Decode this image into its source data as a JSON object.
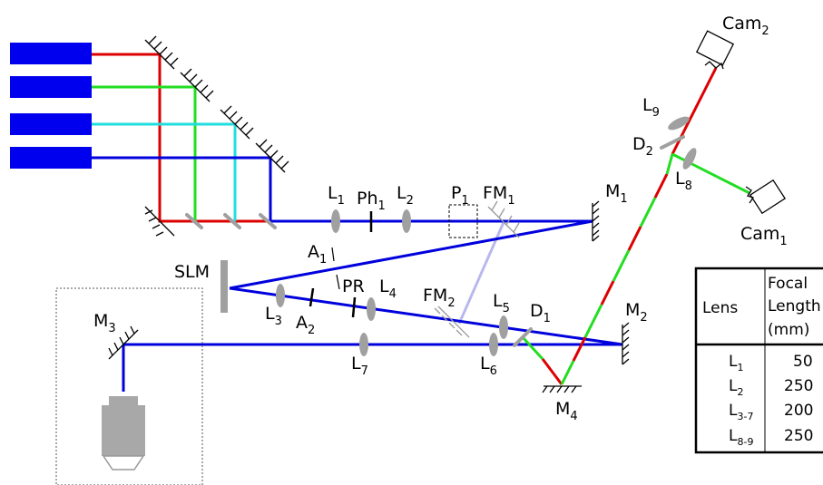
{
  "labels": {
    "cam2": "Cam",
    "cam2_sub": "2",
    "cam1": "Cam",
    "cam1_sub": "1",
    "l9": "L",
    "l9_sub": "9",
    "d2": "D",
    "d2_sub": "2",
    "l8": "L",
    "l8_sub": "8",
    "l1": "L",
    "l1_sub": "1",
    "ph1": "Ph",
    "ph1_sub": "1",
    "l2": "L",
    "l2_sub": "2",
    "p1": "P",
    "p1_sub": "1",
    "fm1": "FM",
    "fm1_sub": "1",
    "m1": "M",
    "m1_sub": "1",
    "a1": "A",
    "a1_sub": "1",
    "slm": "SLM",
    "pr": "PR",
    "l4": "L",
    "l4_sub": "4",
    "l3": "L",
    "l3_sub": "3",
    "a2": "A",
    "a2_sub": "2",
    "fm2": "FM",
    "fm2_sub": "2",
    "l5": "L",
    "l5_sub": "5",
    "d1": "D",
    "d1_sub": "1",
    "m2": "M",
    "m2_sub": "2",
    "m3": "M",
    "m3_sub": "3",
    "l7": "L",
    "l7_sub": "7",
    "l6": "L",
    "l6_sub": "6",
    "m4": "M",
    "m4_sub": "4"
  },
  "table": {
    "col1_header": "Lens",
    "col2_header": [
      "Focal",
      "Length",
      "(mm)"
    ],
    "rows": [
      {
        "lens": "L",
        "sub": "1",
        "focal": "50"
      },
      {
        "lens": "L",
        "sub": "2",
        "focal": "250"
      },
      {
        "lens": "L",
        "sub": "3-7",
        "focal": "200"
      },
      {
        "lens": "L",
        "sub": "8-9",
        "focal": "250"
      }
    ]
  },
  "colors": {
    "red": "#dd0000",
    "green": "#22dd22",
    "cyan": "#22dddd",
    "blue": "#0000dd",
    "laser_box": "#0000ee",
    "lens_gray": "#a0a0a0",
    "faint_beam": "#b8b8ee"
  }
}
